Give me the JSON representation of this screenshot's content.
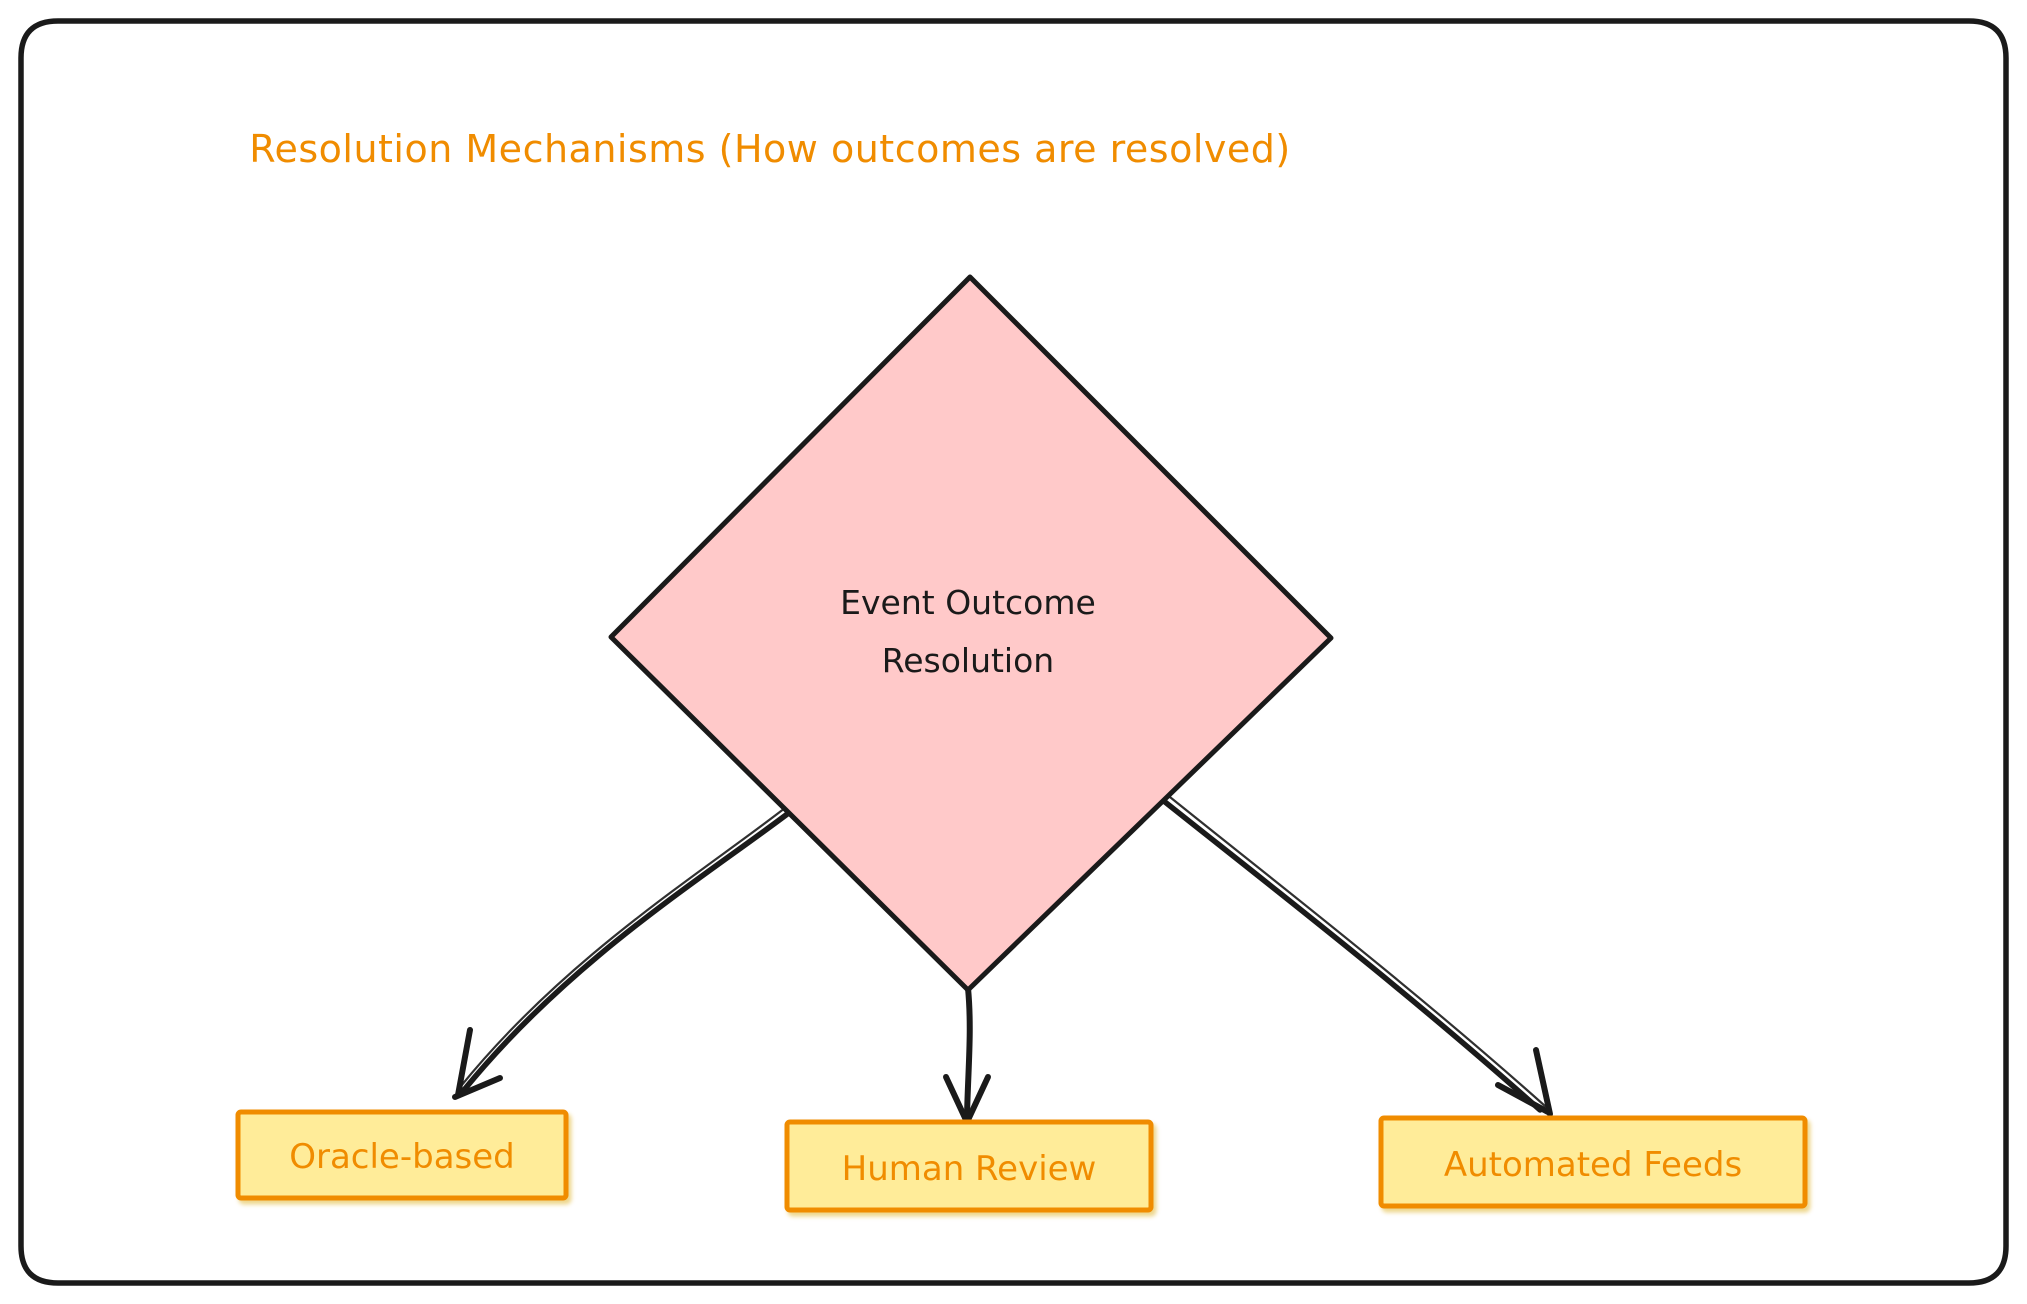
{
  "diagram": {
    "title": "Resolution Mechanisms (How outcomes are resolved)",
    "title_color": "#f08c00",
    "frame": {
      "border_color": "#1a1a1a",
      "background": "#ffffff"
    },
    "root_node": {
      "shape": "diamond",
      "line1": "Event Outcome",
      "line2": "Resolution",
      "fill": "#ffc9c9",
      "stroke": "#1a1a1a",
      "text_color": "#1a1a1a"
    },
    "edges": [
      {
        "from": "Event Outcome Resolution",
        "to": "Oracle-based",
        "style": "arrow"
      },
      {
        "from": "Event Outcome Resolution",
        "to": "Human Review",
        "style": "arrow"
      },
      {
        "from": "Event Outcome Resolution",
        "to": "Automated Feeds",
        "style": "arrow"
      }
    ],
    "leaf_nodes": [
      {
        "label": "Oracle-based",
        "fill": "#ffec99",
        "stroke": "#f08c00",
        "text_color": "#f08c00"
      },
      {
        "label": "Human Review",
        "fill": "#ffec99",
        "stroke": "#f08c00",
        "text_color": "#f08c00"
      },
      {
        "label": "Automated Feeds",
        "fill": "#ffec99",
        "stroke": "#f08c00",
        "text_color": "#f08c00"
      }
    ]
  }
}
